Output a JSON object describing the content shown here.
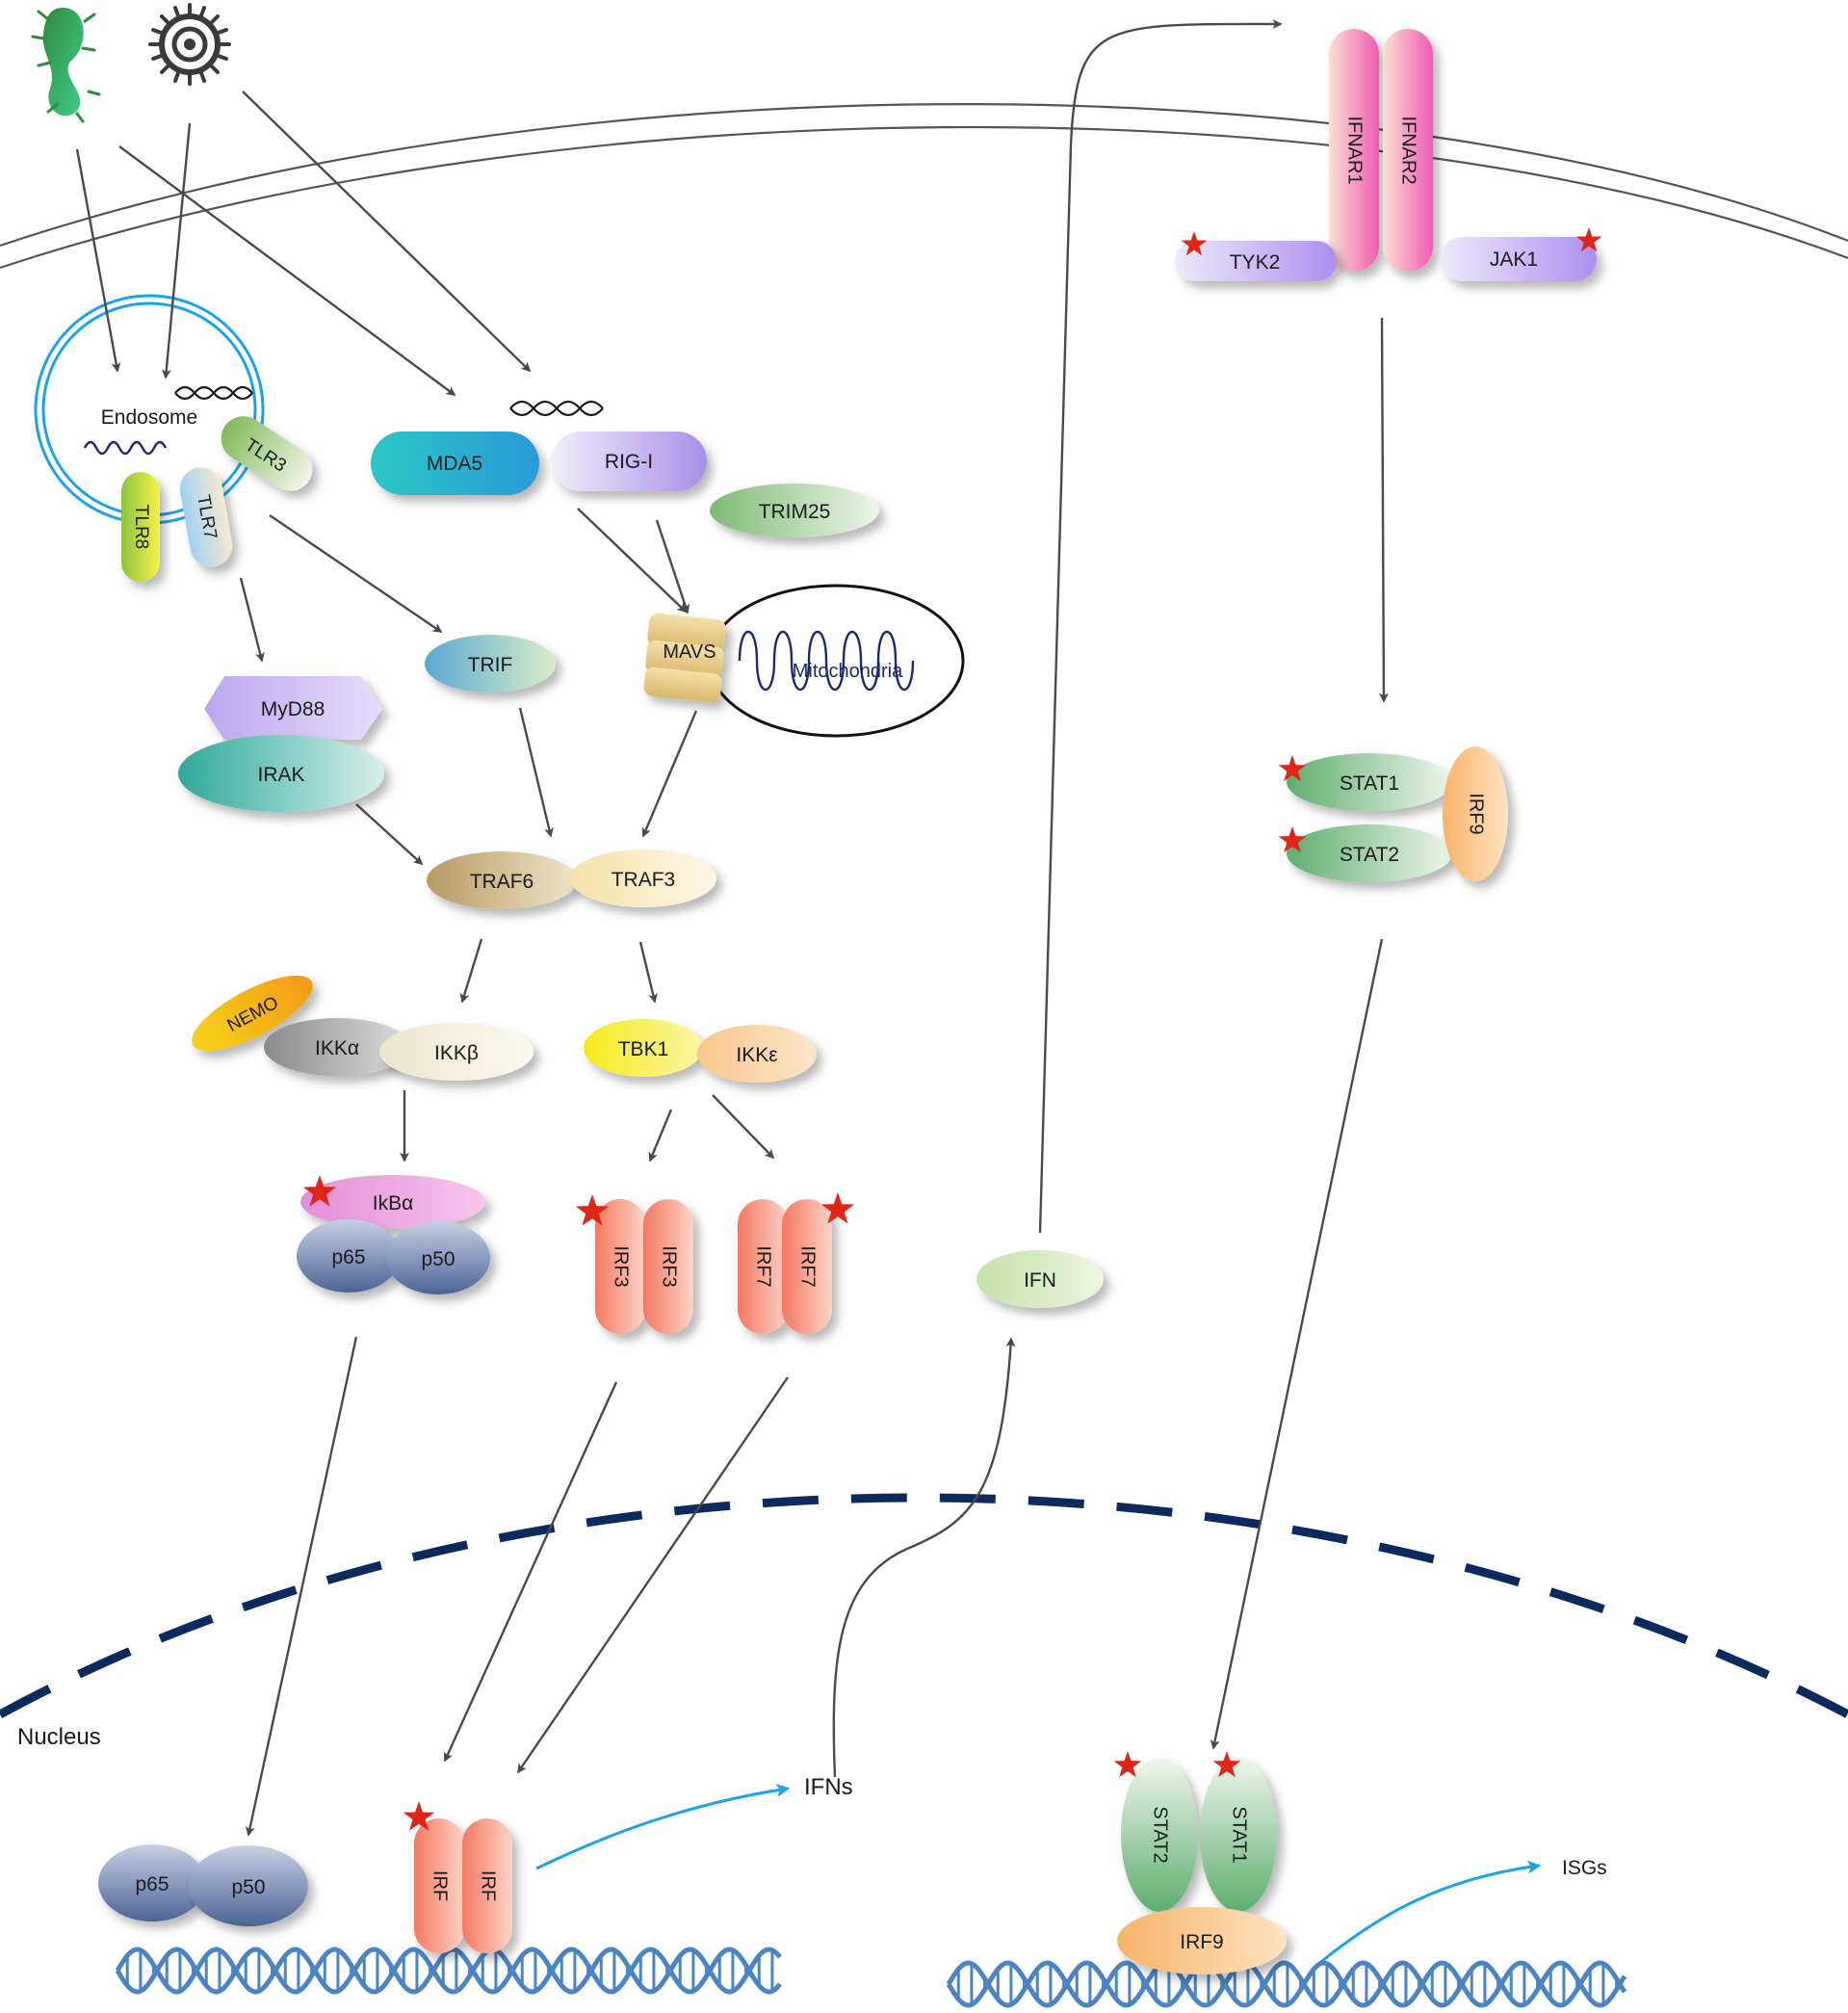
{
  "labels": {
    "endosome": "Endosome",
    "mitochondria": "Mitochondria",
    "nucleus": "Nucleus",
    "ifns": "IFNs",
    "isgs": "ISGs"
  },
  "proteins": {
    "tlr3": "TLR3",
    "tlr7": "TLR7",
    "tlr8": "TLR8",
    "mda5": "MDA5",
    "rigi": "RIG-I",
    "trim25": "TRIM25",
    "mavs": "MAVS",
    "trif": "TRIF",
    "myd88": "MyD88",
    "irak": "IRAK",
    "traf6": "TRAF6",
    "traf3": "TRAF3",
    "nemo": "NEMO",
    "ikka": "IKKα",
    "ikkb": "IKKβ",
    "tbk1": "TBK1",
    "ikke": "IKKε",
    "ikba": "IkBα",
    "p65": "p65",
    "p50": "p50",
    "irf3a": "IRF3",
    "irf3b": "IRF3",
    "irf7a": "IRF7",
    "irf7b": "IRF7",
    "ifn": "IFN",
    "ifnar1": "IFNAR1",
    "ifnar2": "IFNAR2",
    "tyk2": "TYK2",
    "jak1": "JAK1",
    "stat1": "STAT1",
    "stat2": "STAT2",
    "irf9": "IRF9",
    "p65_nuc": "p65",
    "p50_nuc": "p50",
    "irf_nuc_a": "IRF",
    "irf_nuc_b": "IRF",
    "stat2_nuc": "STAT2",
    "stat1_nuc": "STAT1",
    "irf9_nuc": "IRF9"
  },
  "colors": {
    "arrow": "#4a4a4a",
    "transcription_arrow": "#1aa3e8",
    "phospho_star": "#e02418",
    "nuclear_envelope": "#0d2a5e",
    "dna": "#4a84c4"
  },
  "icons": [
    "bacterium-icon",
    "virus-icon",
    "dsrna-icon",
    "ssrna-icon",
    "dna-helix-icon",
    "phosphorylation-star-icon"
  ]
}
